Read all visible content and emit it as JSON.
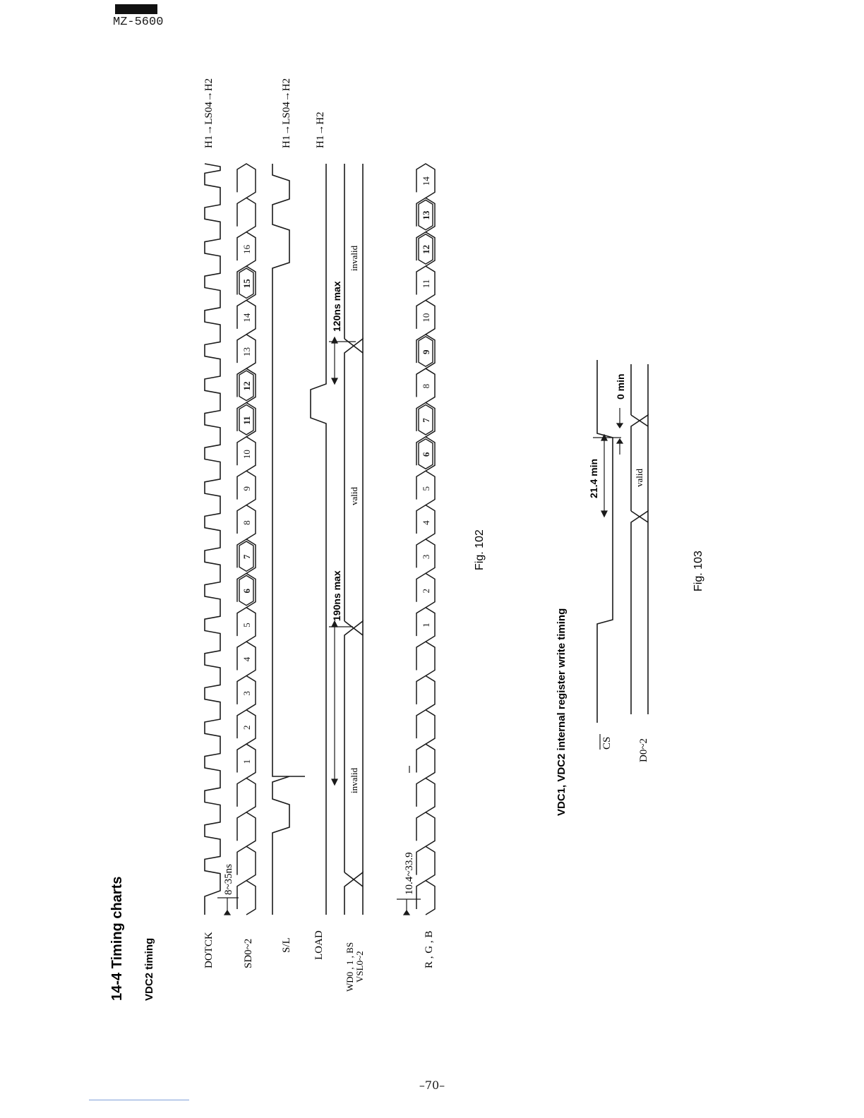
{
  "header": {
    "model": "MZ-5600"
  },
  "page": {
    "number": "–70–"
  },
  "section": {
    "heading": "14-4 Timing charts",
    "subheading": "VDC2 timing"
  },
  "fig102": {
    "caption": "Fig. 102",
    "signals": {
      "dotck": "DOTCK",
      "sd": "SD0~2",
      "sl": "S/L",
      "load": "LOAD",
      "wd_line1": "WD0 , 1 , BS",
      "wd_line2": "VSL0~2",
      "rgb": "R , G , B"
    },
    "annotations": {
      "dotck_delay": "8~35ns",
      "rgb_delay": "10.4~33.9",
      "max190": "190ns max",
      "max120": "120ns max",
      "invalid": "invalid",
      "valid": "valid"
    },
    "sources": {
      "dotck": "H1→LS04→H2",
      "sl": "H1→LS04→H2",
      "load": "H1→H2"
    },
    "sd_cells": [
      "1",
      "2",
      "3",
      "4",
      "5",
      "6",
      "7",
      "8",
      "9",
      "10",
      "11",
      "12",
      "13",
      "14",
      "15",
      "16"
    ],
    "sd_bold": [
      "6",
      "7",
      "11",
      "12",
      "15"
    ],
    "rgb_cells": [
      "1",
      "2",
      "3",
      "4",
      "5",
      "6",
      "7",
      "8",
      "9",
      "10",
      "11",
      "12",
      "13",
      "14"
    ],
    "rgb_bold": [
      "6",
      "7",
      "9",
      "12",
      "13"
    ]
  },
  "fig103": {
    "caption": "Fig. 103",
    "title": "VDC1, VDC2 internal register write timing",
    "signals": {
      "cs": "CS",
      "d": "D0~2"
    },
    "annotations": {
      "min21": "21.4 min",
      "min0": "0 min",
      "valid": "valid"
    }
  }
}
